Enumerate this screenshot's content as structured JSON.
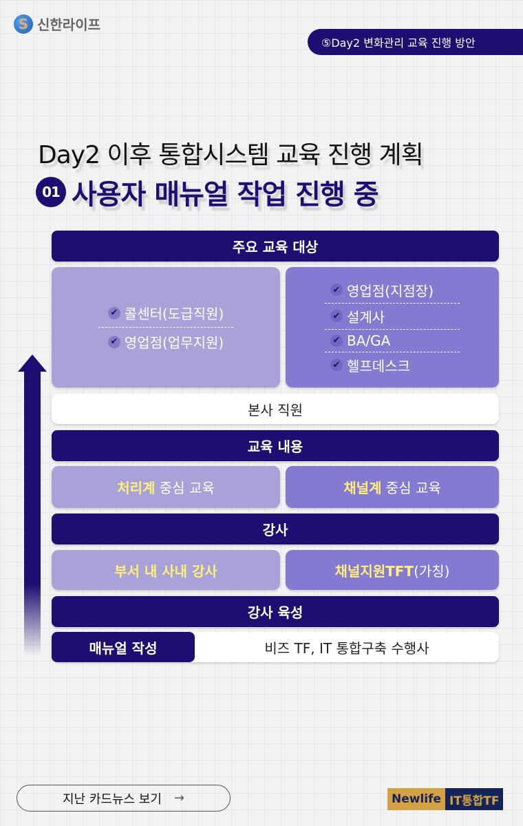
{
  "header": {
    "logo_text": "신한라이프",
    "logo_mark": "S",
    "section_tag": "⑤Day2 변화관리 교육 진행 방안"
  },
  "title": {
    "line1": "Day2 이후 통합시스템 교육 진행 계획",
    "number": "01",
    "line2": "사용자 매뉴얼 작업 진행 중"
  },
  "targets": {
    "heading": "주요 교육 대상",
    "left": [
      "콜센터(도급직원)",
      "영업점(업무지원)"
    ],
    "right": [
      "영업점(지점장)",
      "설계사",
      "BA/GA",
      "헬프데스크"
    ],
    "bottom": "본사 직원"
  },
  "content": {
    "heading": "교육 내용",
    "left_hl": "처리계",
    "left_rest": " 중심 교육",
    "right_hl": "채널계",
    "right_rest": " 중심 교육"
  },
  "instructor": {
    "heading": "강사",
    "left": "부서 내 사내 강사",
    "right_hl": "채널지원TFT",
    "right_rest": "(가칭)"
  },
  "training": {
    "heading": "강사 육성",
    "manual_label": "매뉴얼 작성",
    "manual_value": "비즈 TF, IT 통합구축 수행사"
  },
  "footer": {
    "prev_button": "지난 카드뉴스 보기",
    "arrow": "→",
    "badge_left": "Newlife",
    "badge_right": "IT통합TF"
  },
  "colors": {
    "navy": "#1d0f72",
    "light_purple": "#a8a2d8",
    "purple": "#857ad2",
    "highlight": "#fff07a",
    "gold": "#d4a245"
  }
}
